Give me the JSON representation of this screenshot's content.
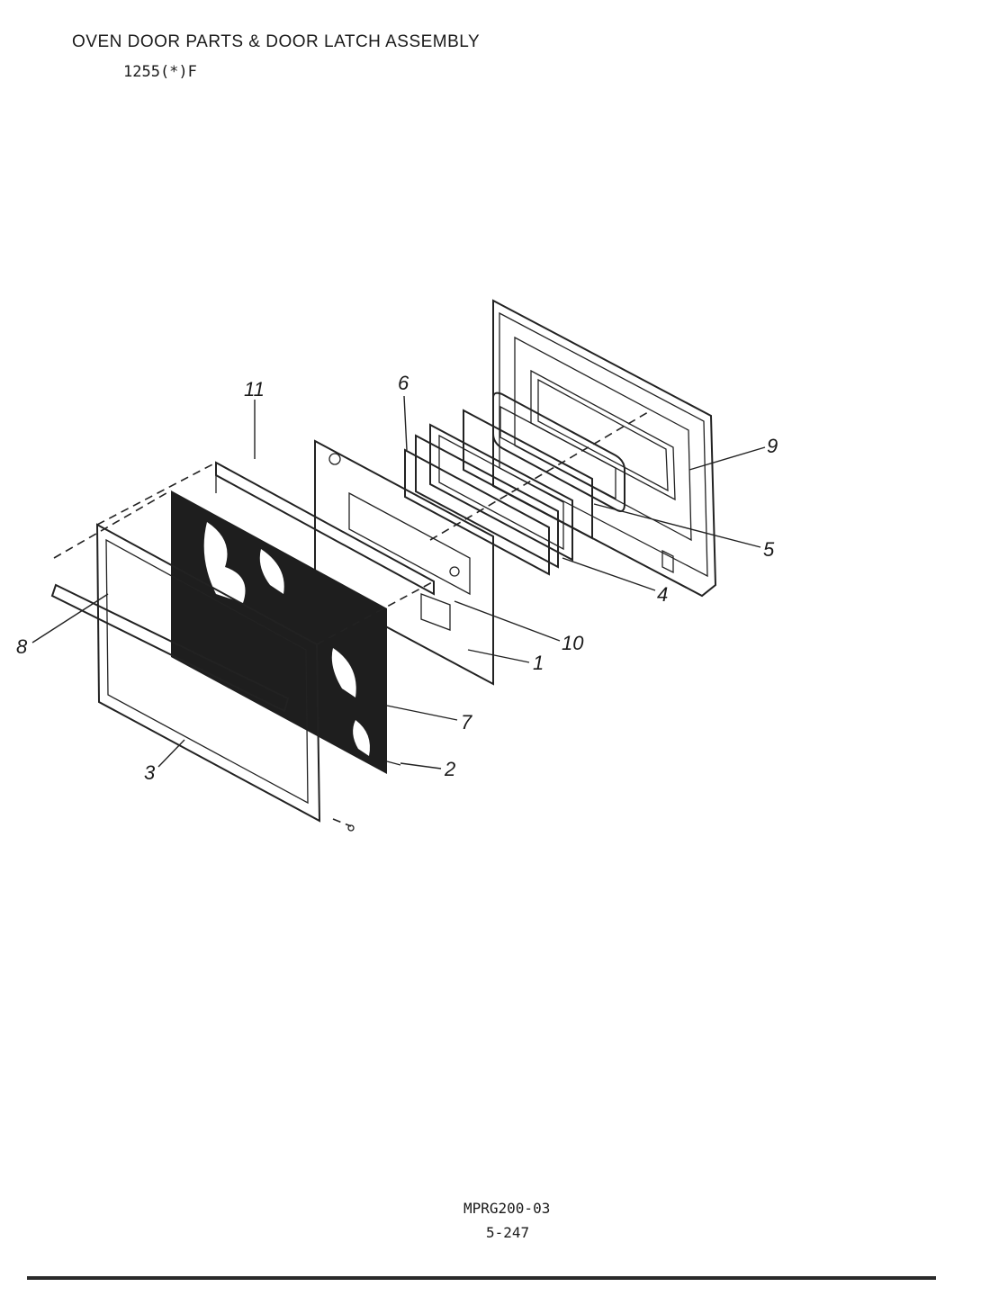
{
  "header": {
    "title": "OVEN DOOR PARTS & DOOR LATCH ASSEMBLY",
    "model": "1255(*)F"
  },
  "footer": {
    "code": "MPRG200-03",
    "page": "5-247"
  },
  "callouts": [
    {
      "id": "11",
      "label": "11"
    },
    {
      "id": "6",
      "label": "6"
    },
    {
      "id": "9",
      "label": "9"
    },
    {
      "id": "5",
      "label": "5"
    },
    {
      "id": "4",
      "label": "4"
    },
    {
      "id": "10",
      "label": "10"
    },
    {
      "id": "1",
      "label": "1"
    },
    {
      "id": "8",
      "label": "8"
    },
    {
      "id": "7",
      "label": "7"
    },
    {
      "id": "2",
      "label": "2"
    },
    {
      "id": "3",
      "label": "3"
    }
  ]
}
